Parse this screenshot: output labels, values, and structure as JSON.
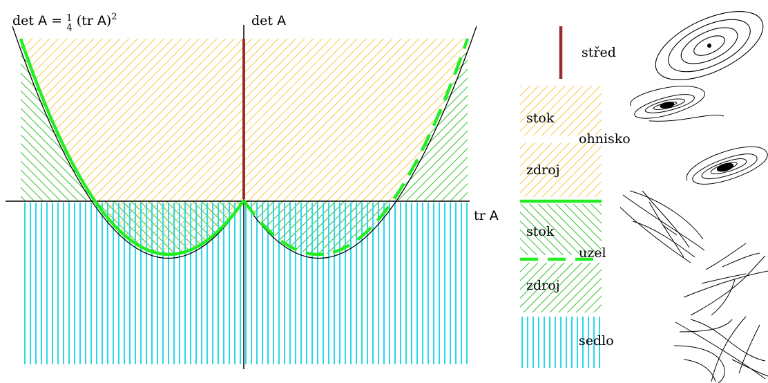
{
  "plane": {
    "det_parabola_label": "det A = ¼ (tr A)²",
    "det_axis_label": "det A",
    "tr_axis_label": "tr A"
  },
  "legend": {
    "stred": "střed",
    "stok_focus": "stok",
    "ohnisko": "ohnisko",
    "zdroj_focus": "zdroj",
    "stok_node": "stok",
    "uzel": "uzel",
    "zdroj_node": "zdroj",
    "sedlo": "sedlo"
  },
  "colors": {
    "center_red": "#9b2b2b",
    "focus_yellow": "#f5c842",
    "node_green": "#2fc02f",
    "node_bright": "#22ee22",
    "saddle_cyan": "#2ad8e8",
    "axis": "#000000"
  }
}
